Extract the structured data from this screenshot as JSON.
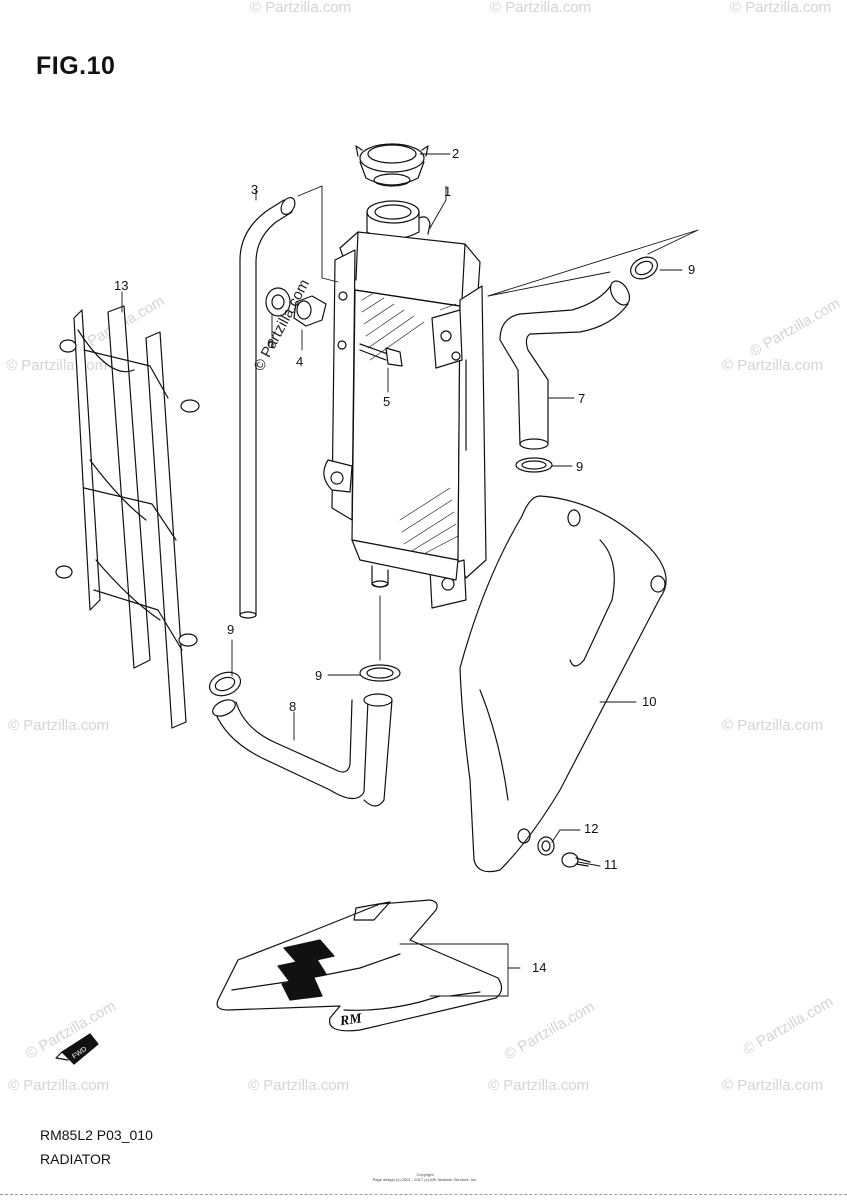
{
  "figure": {
    "title": "FIG.10",
    "code": "RM85L2 P03_010",
    "name": "RADIATOR"
  },
  "watermark": {
    "text": "© Partzilla.com",
    "main_text": "© Partzilla.com"
  },
  "copyright_lines": [
    "Copyright",
    "Page design (c) 2001 - 2017 (c) ARI Network Services, Inc."
  ],
  "callouts": [
    "1",
    "2",
    "3",
    "4",
    "5",
    "6",
    "7",
    "8",
    "9",
    "9",
    "9",
    "9",
    "10",
    "11",
    "12",
    "13",
    "14"
  ],
  "fwd_badge": "FWD",
  "decal_text": "RM"
}
